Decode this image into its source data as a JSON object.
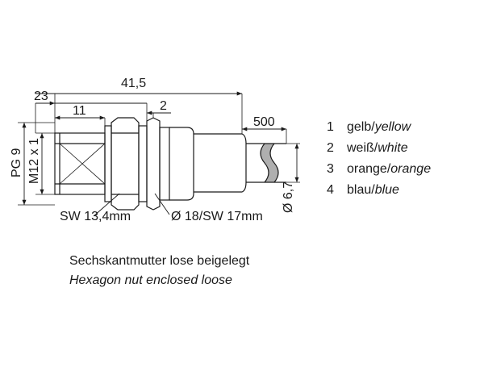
{
  "dimensions": {
    "total_length": "41,5",
    "front_length": "23",
    "thread_length": "11",
    "gap": "2",
    "cable_length": "500",
    "pg_thread": "PG 9",
    "m12_thread": "M12 x 1",
    "wrench_front": "SW 13,4mm",
    "wrench_rear": "Ø 18/SW 17mm",
    "cable_diameter": "Ø 6,7"
  },
  "wire_legend": [
    {
      "number": "1",
      "de": "gelb/",
      "en": "yellow"
    },
    {
      "number": "2",
      "de": "weiß/",
      "en": "white"
    },
    {
      "number": "3",
      "de": "orange/",
      "en": "orange"
    },
    {
      "number": "4",
      "de": "blau/",
      "en": "blue"
    }
  ],
  "note": {
    "de": "Sechskantmutter lose beigelegt",
    "en": "Hexagon nut enclosed loose"
  },
  "colors": {
    "line": "#1a1a1a"
  }
}
